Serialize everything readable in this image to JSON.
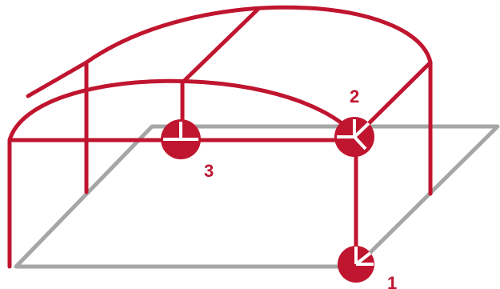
{
  "colors": {
    "background": "#ffffff",
    "frame": "#c0152f",
    "ground": "#a6a6a6",
    "marker": "#c0152f",
    "marker_cross": "#ffffff",
    "label": "#c0152f"
  },
  "markers": [
    {
      "id": "1",
      "label": "1"
    },
    {
      "id": "2",
      "label": "2"
    },
    {
      "id": "3",
      "label": "3"
    }
  ]
}
